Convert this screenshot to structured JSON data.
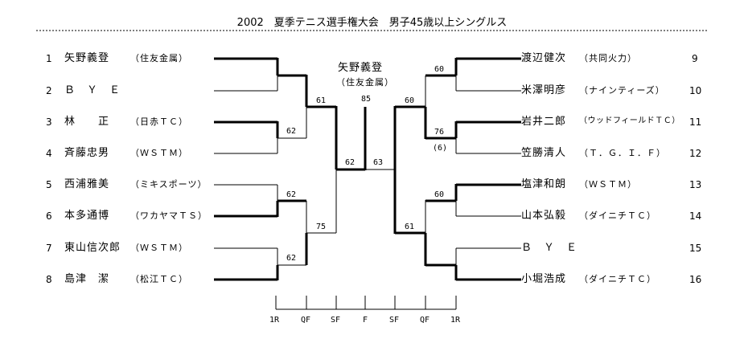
{
  "title": "2002　夏季テニス選手権大会　男子45歳以上シングルス",
  "champion": {
    "name": "矢野義登",
    "club": "（住友金属）"
  },
  "left_players": [
    {
      "num": "1",
      "name": "矢野義登",
      "club": "（住友金属）"
    },
    {
      "num": "2",
      "name": "Ｂ　Ｙ　Ｅ",
      "club": ""
    },
    {
      "num": "3",
      "name": "林　　正",
      "club": "（日赤ＴＣ）"
    },
    {
      "num": "4",
      "name": "斉藤忠男",
      "club": "（ＷＳＴＭ）"
    },
    {
      "num": "5",
      "name": "西浦雅美",
      "club": "（ミキスポーツ）"
    },
    {
      "num": "6",
      "name": "本多通博",
      "club": "（ワカヤマＴＳ）"
    },
    {
      "num": "7",
      "name": "東山信次郎",
      "club": "（ＷＳＴＭ）"
    },
    {
      "num": "8",
      "name": "島津　潔",
      "club": "（松江ＴＣ）"
    }
  ],
  "right_players": [
    {
      "num": "9",
      "name": "渡辺健次",
      "club": "（共同火力）"
    },
    {
      "num": "10",
      "name": "米澤明彦",
      "club": "（ナインティーズ）"
    },
    {
      "num": "11",
      "name": "岩井二郎",
      "club": "（ウッドフィールドＴＣ）"
    },
    {
      "num": "12",
      "name": "笠勝清人",
      "club": "（Ｔ．Ｇ．Ｉ．Ｆ）"
    },
    {
      "num": "13",
      "name": "塩津和朗",
      "club": "（ＷＳＴＭ）"
    },
    {
      "num": "14",
      "name": "山本弘毅",
      "club": "（ダイニチＴＣ）"
    },
    {
      "num": "15",
      "name": "Ｂ　Ｙ　Ｅ",
      "club": ""
    },
    {
      "num": "16",
      "name": "小堀浩成",
      "club": "（ダイニチＴＣ）"
    }
  ],
  "scores": {
    "left_r1": [
      "62",
      "62",
      "62"
    ],
    "left_qf": [
      "61",
      "75"
    ],
    "left_sf": "62",
    "final": "85",
    "right_sf": "63",
    "right_qf": [
      "60",
      "61"
    ],
    "right_r1": [
      "60",
      "76",
      "(6)",
      "60"
    ]
  },
  "rounds": [
    "1R",
    "QF",
    "SF",
    "F",
    "SF",
    "QF",
    "1R"
  ]
}
